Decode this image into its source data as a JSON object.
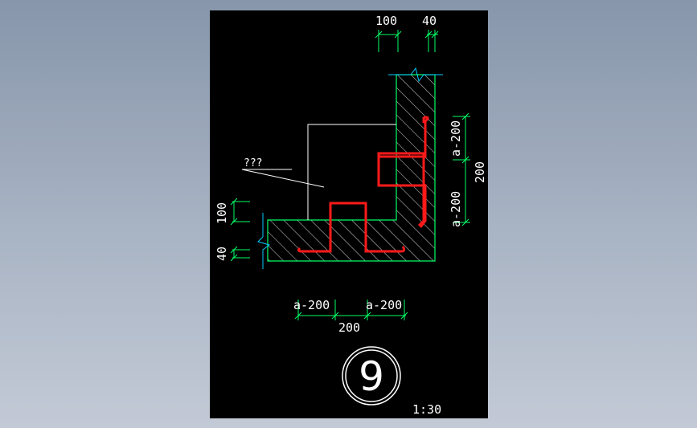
{
  "drawing": {
    "dim_top_1": "100",
    "dim_top_2": "40",
    "dim_right_upper": "a-200",
    "dim_right_lower": "a-200",
    "dim_right_total": "200",
    "dim_left_1": "100",
    "dim_left_2": "40",
    "dim_bottom_left": "a-200",
    "dim_bottom_right": "a-200",
    "dim_bottom_total": "200",
    "note_label": "???",
    "detail_number": "9",
    "scale": "1:30",
    "colors": {
      "background": "#000000",
      "concrete_outline": "#00ff66",
      "hatch": "#ffffff",
      "rebar": "#ff1a1a",
      "dimension": "#00ff66",
      "text": "#ffffff"
    }
  }
}
